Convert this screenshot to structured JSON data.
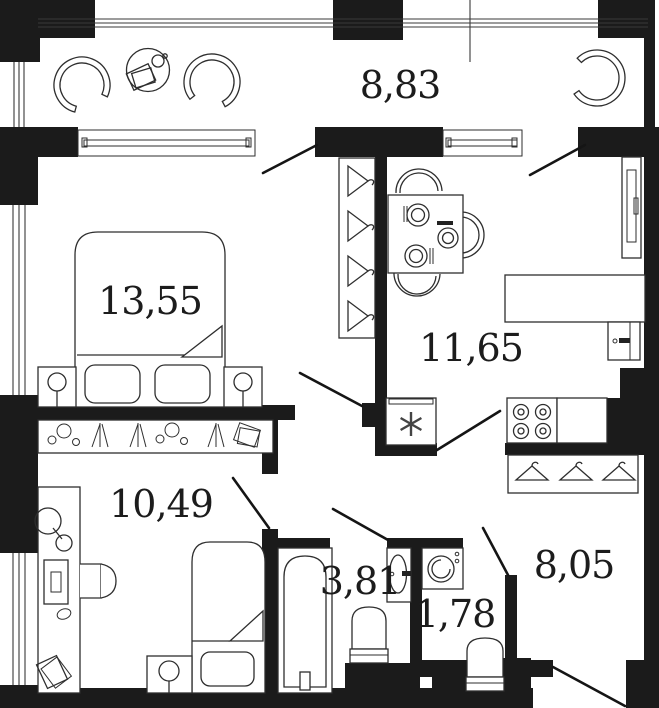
{
  "floor_plan": {
    "rooms": {
      "balcony": {
        "area": "8,83"
      },
      "bedroom": {
        "area": "13,55"
      },
      "kitchen": {
        "area": "11,65"
      },
      "room": {
        "area": "10,49"
      },
      "bathroom": {
        "area": "3,81"
      },
      "wc": {
        "area": "1,78"
      },
      "hallway": {
        "area": "8,05"
      }
    },
    "colors": {
      "wall": "#1b1b1b",
      "line": "#2e2e2e",
      "background": "#ffffff",
      "label": "#1c1c1c"
    }
  }
}
